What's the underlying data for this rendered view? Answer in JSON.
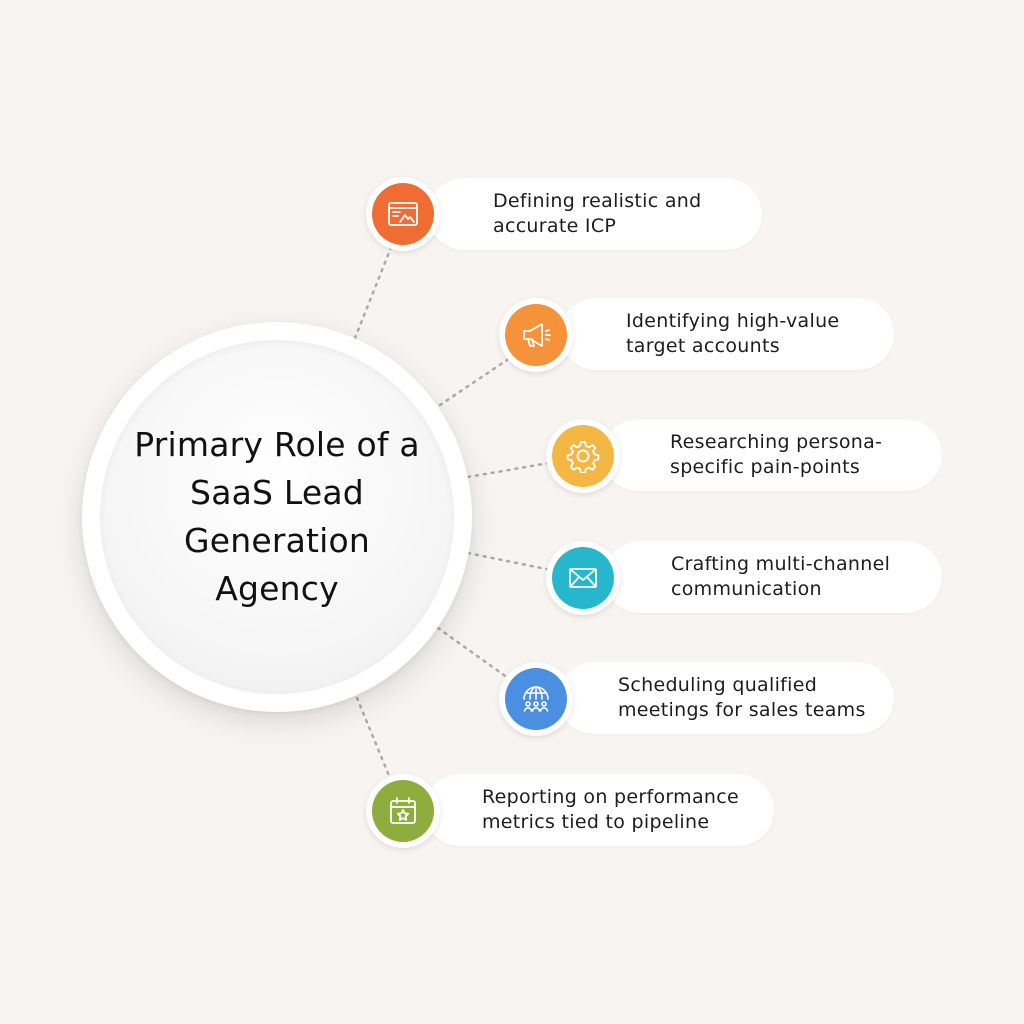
{
  "center": {
    "title": "Primary Role of a SaaS Lead Generation Agency"
  },
  "items": [
    {
      "label": "Defining realistic and\naccurate ICP",
      "icon": "browser-chart-icon",
      "color": "#ef6c33"
    },
    {
      "label": "Identifying high-value\ntarget accounts",
      "icon": "megaphone-icon",
      "color": "#f5923a"
    },
    {
      "label": "Researching persona-\nspecific pain-points",
      "icon": "gear-icon",
      "color": "#f4b744"
    },
    {
      "label": "Crafting multi-channel\ncommunication",
      "icon": "envelope-icon",
      "color": "#27b7cc"
    },
    {
      "label": "Scheduling qualified\nmeetings for sales teams",
      "icon": "globe-people-icon",
      "color": "#4a8fe0"
    },
    {
      "label": "Reporting on performance\nmetrics tied to pipeline",
      "icon": "calendar-star-icon",
      "color": "#8fac3e"
    }
  ]
}
